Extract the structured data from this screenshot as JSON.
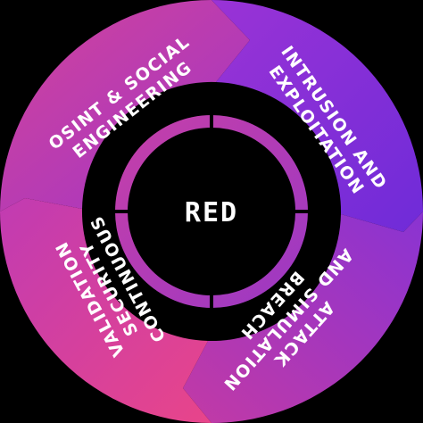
{
  "center": {
    "label": "RED"
  },
  "segments": [
    {
      "lines": [
        "OSINT & SOCIAL",
        "ENGINEERING"
      ]
    },
    {
      "lines": [
        "INTRUSION AND",
        "EXPLOITATION"
      ]
    },
    {
      "lines": [
        "BREACH",
        "AND SIMULATION",
        "ATTACK"
      ]
    },
    {
      "lines": [
        "CONTINUOUS",
        "SECURITY",
        "VALIDATION"
      ]
    }
  ],
  "colors": {
    "background": "#000000",
    "magenta": "#c23aa8",
    "pink": "#e0468f",
    "purple": "#7d2fd6",
    "violet": "#8f35d0",
    "ring": "#b13ab8",
    "center": "#000000",
    "text": "#ffffff"
  }
}
